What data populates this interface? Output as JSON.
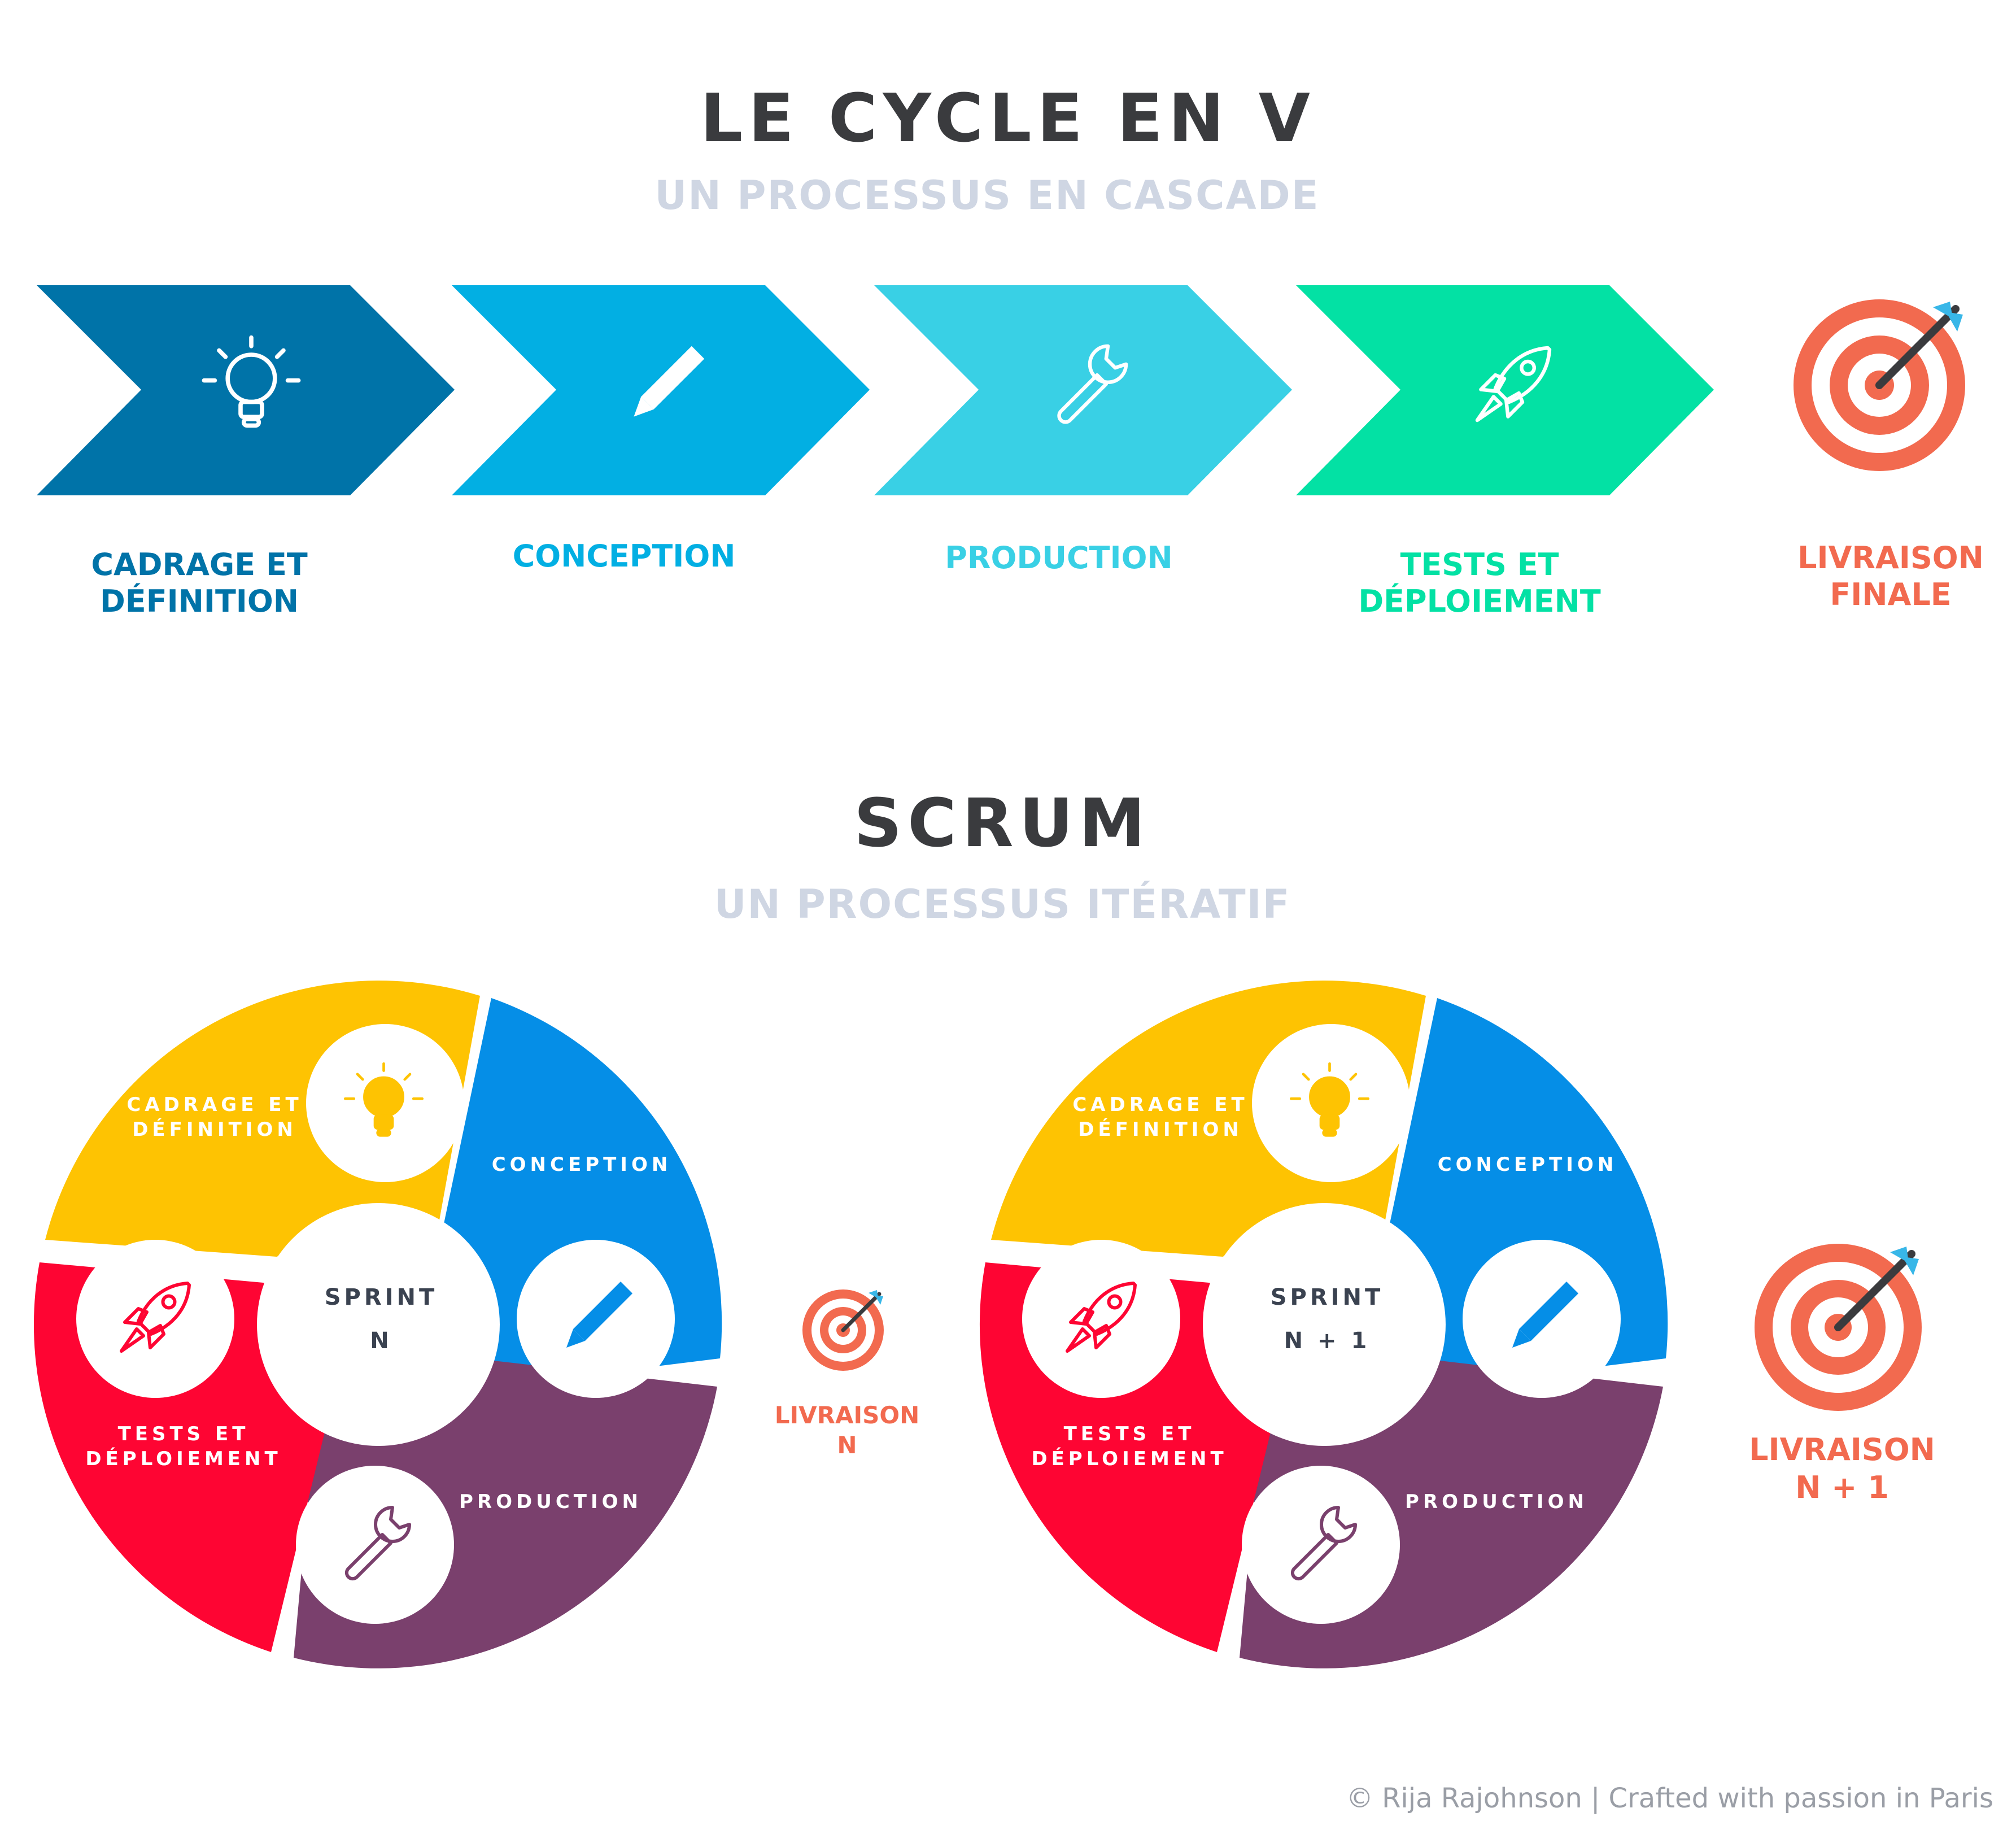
{
  "v_cycle": {
    "title": "LE CYCLE EN V",
    "subtitle": "UN PROCESSUS EN CASCADE",
    "steps": [
      {
        "line1": "CADRAGE ET",
        "line2": "DÉFINITION",
        "color": "#0073a8",
        "icon": "lightbulb-icon"
      },
      {
        "line1": "CONCEPTION",
        "line2": "",
        "color": "#02afe3",
        "icon": "pencil-icon"
      },
      {
        "line1": "PRODUCTION",
        "line2": "",
        "color": "#39d0e5",
        "icon": "wrench-icon"
      },
      {
        "line1": "TESTS ET",
        "line2": "DÉPLOIEMENT",
        "color": "#03e1a4",
        "icon": "rocket-icon"
      }
    ],
    "final": {
      "line1": "LIVRAISON",
      "line2": "FINALE",
      "color": "#f26a4f",
      "icon": "target-icon"
    }
  },
  "scrum": {
    "title": "SCRUM",
    "subtitle": "UN PROCESSUS ITÉRATIF",
    "segment_colors": {
      "cadrage": "#fec302",
      "conception": "#058ee7",
      "production": "#7a406d",
      "tests": "#fe0533"
    },
    "sprints": [
      {
        "center_line1": "SPRINT",
        "center_line2": "N",
        "cadrage_line1": "CADRAGE ET",
        "cadrage_line2": "DÉFINITION",
        "conception": "CONCEPTION",
        "production": "PRODUCTION",
        "tests_line1": "TESTS ET",
        "tests_line2": "DÉPLOIEMENT",
        "delivery_line1": "LIVRAISON",
        "delivery_line2": "N"
      },
      {
        "center_line1": "SPRINT",
        "center_line2": "N + 1",
        "cadrage_line1": "CADRAGE ET",
        "cadrage_line2": "DÉFINITION",
        "conception": "CONCEPTION",
        "production": "PRODUCTION",
        "tests_line1": "TESTS ET",
        "tests_line2": "DÉPLOIEMENT",
        "delivery_line1": "LIVRAISON",
        "delivery_line2": "N + 1"
      }
    ]
  },
  "footer": "© Rija Rajohnson | Crafted with passion in Paris"
}
